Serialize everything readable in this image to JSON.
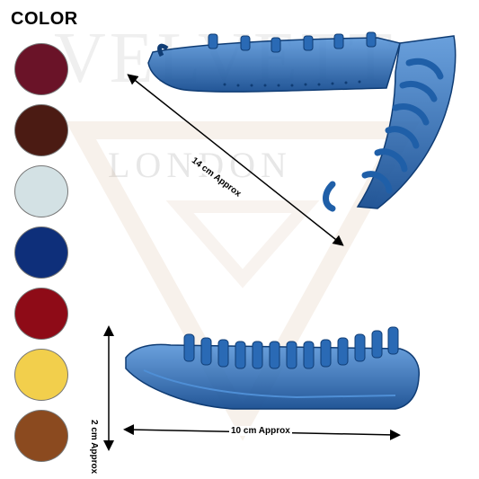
{
  "header": {
    "title": "COLOR"
  },
  "watermark": {
    "brand_top": "VELVETT",
    "brand_mid": "LONDON"
  },
  "swatches": [
    {
      "name": "burgundy",
      "color": "#6a1328"
    },
    {
      "name": "dark-brown",
      "color": "#4b1b13"
    },
    {
      "name": "light-blue-gray",
      "color": "#d3e1e4"
    },
    {
      "name": "navy-blue",
      "color": "#0e2f7a"
    },
    {
      "name": "red",
      "color": "#8e0b17"
    },
    {
      "name": "yellow",
      "color": "#f2cf4c"
    },
    {
      "name": "brown",
      "color": "#8b4a1f"
    }
  ],
  "dimensions": {
    "length": "14 cm Approx",
    "height": "2 cm Approx",
    "width": "10 cm Approx"
  },
  "product": {
    "color": "#1f5fa8"
  }
}
